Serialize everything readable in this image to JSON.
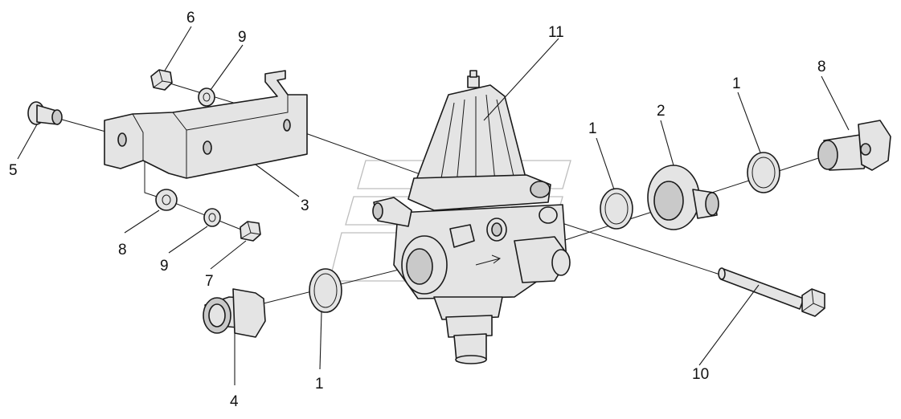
{
  "diagram": {
    "callouts": [
      {
        "id": "c1a",
        "text": "1"
      },
      {
        "id": "c1b",
        "text": "1"
      },
      {
        "id": "c1c",
        "text": "1"
      },
      {
        "id": "c2",
        "text": "2"
      },
      {
        "id": "c3",
        "text": "3"
      },
      {
        "id": "c4",
        "text": "4"
      },
      {
        "id": "c5",
        "text": "5"
      },
      {
        "id": "c6",
        "text": "6"
      },
      {
        "id": "c7",
        "text": "7"
      },
      {
        "id": "c8a",
        "text": "8"
      },
      {
        "id": "c8b",
        "text": "8"
      },
      {
        "id": "c9a",
        "text": "9"
      },
      {
        "id": "c9b",
        "text": "9"
      },
      {
        "id": "c10",
        "text": "10"
      },
      {
        "id": "c11",
        "text": "11"
      }
    ],
    "colors": {
      "line": "#1a1a1a",
      "fill": "#e4e4e4",
      "shade": "#c9c9c9",
      "watermark": "#bdbdbd",
      "background": "#ffffff"
    }
  }
}
